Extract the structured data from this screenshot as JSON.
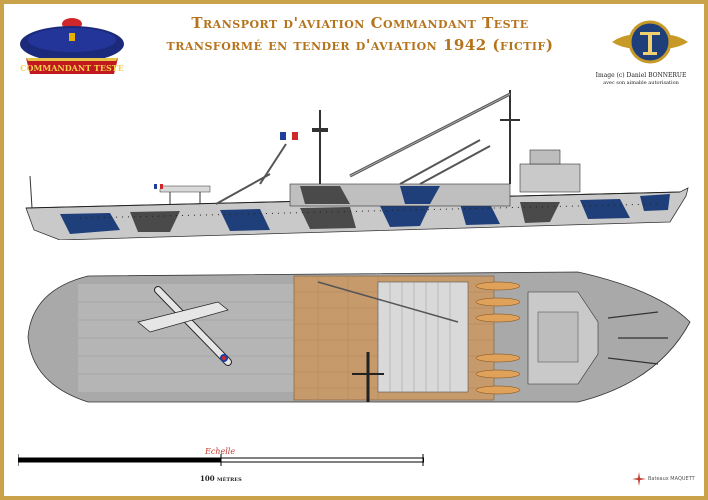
{
  "header": {
    "title_line1": "Transport d'aviation Commandant Teste",
    "title_line2": "transformé en tender d'aviation 1942 (fictif)"
  },
  "cap_badge": {
    "label": "COMMANDANT TESTE"
  },
  "credit": {
    "line1": "Image (c) Daniel BONNERUE",
    "line2": "avec son aimable autorisation"
  },
  "scale": {
    "title": "Echelle",
    "label": "100 mètres"
  },
  "footer": {
    "mark": "Bateaux MAQUETT"
  },
  "colors": {
    "frame": "#c9a24a",
    "title": "#b5731c",
    "camo_blue": "#1f3f7a",
    "camo_dark": "#4a4a4a",
    "camo_light": "#c9c9c9",
    "deck_wood": "#c79a6b"
  },
  "icons": [
    "cap-badge-icon",
    "aero-emblem-icon",
    "french-flag-icon",
    "seaplane-icon",
    "compass-star-icon"
  ]
}
